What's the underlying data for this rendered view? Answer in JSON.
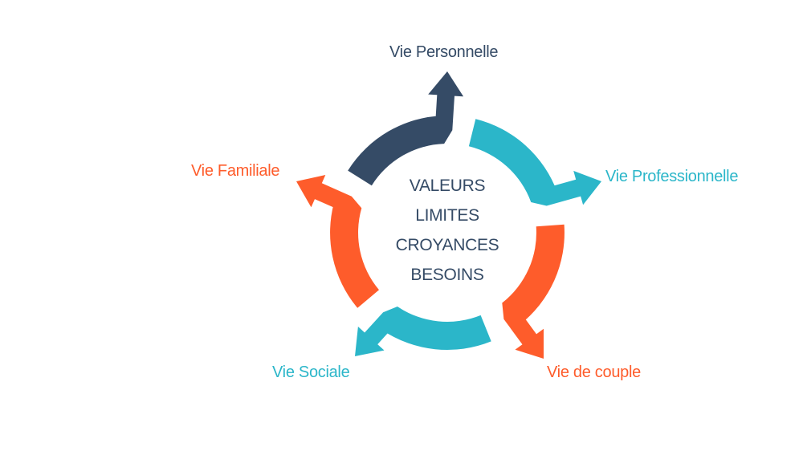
{
  "colors": {
    "navy": "#354b66",
    "teal": "#2bb6c9",
    "orange": "#fe5c2b",
    "background": "#ffffff"
  },
  "center": {
    "words": [
      "VALEURS",
      "LIMITES",
      "CROYANCES",
      "BESOINS"
    ]
  },
  "nodes": [
    {
      "label": "Vie Personnelle",
      "color": "navy"
    },
    {
      "label": "Vie Professionnelle",
      "color": "teal"
    },
    {
      "label": "Vie de couple",
      "color": "orange"
    },
    {
      "label": "Vie Sociale",
      "color": "teal"
    },
    {
      "label": "Vie Familiale",
      "color": "orange"
    }
  ]
}
